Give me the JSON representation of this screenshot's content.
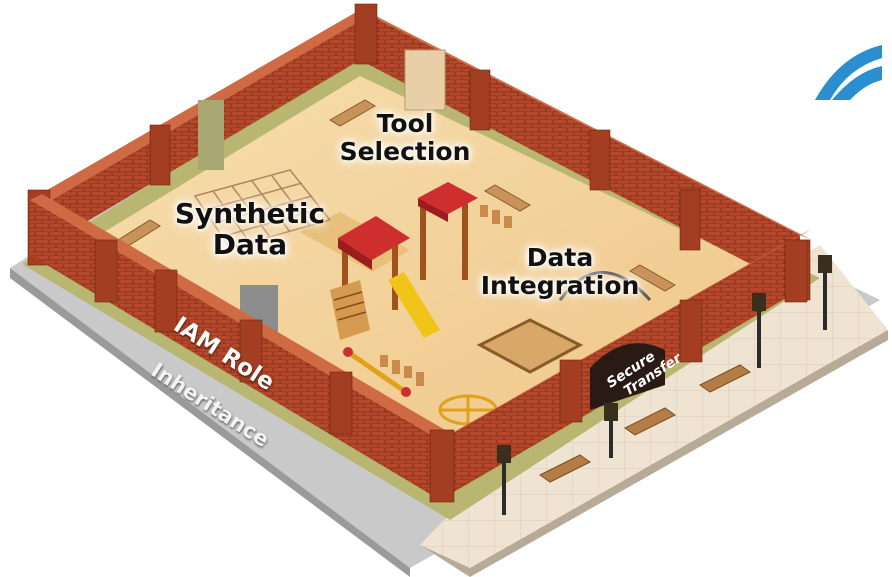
{
  "labels": {
    "tool_selection": [
      "Tool",
      "Selection"
    ],
    "synthetic_data": [
      "Synthetic",
      "Data"
    ],
    "data_integration": [
      "Data",
      "Integration"
    ],
    "iam_role": "IAM Role",
    "inheritance": "Inheritance",
    "secure_transfer": [
      "Secure",
      "Transfer"
    ]
  },
  "icons": [
    "logo-icon",
    "playground-illustration",
    "lamp-post-icon",
    "bench-icon",
    "slide-icon",
    "swing-icon",
    "sandbox-icon",
    "gate-icon"
  ],
  "colors": {
    "brick": "#b5472a",
    "brick_dark": "#7d2d17",
    "ground": "#f2d9ab",
    "sidewalk": "#efe4d2",
    "roof": "#cf2e2e",
    "slide": "#f0c419",
    "logo": "#2a8ecf"
  }
}
